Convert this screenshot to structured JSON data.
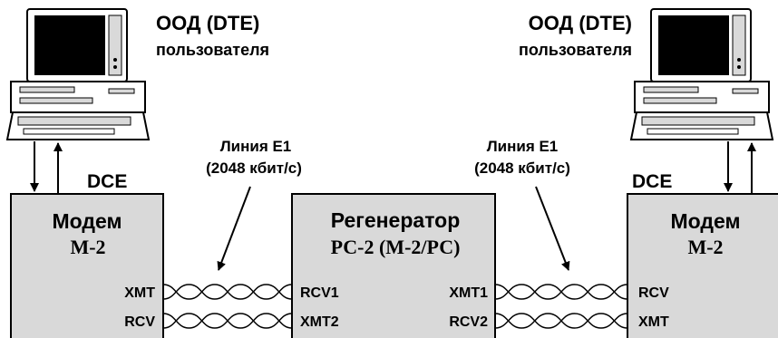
{
  "left_station": {
    "terminal_title": "ООД (DTE)",
    "terminal_subtitle": "пользователя",
    "interface_label": "DCE",
    "device_name": "Модем",
    "device_model": "М-2",
    "port_top": "XMT",
    "port_bottom": "RCV"
  },
  "right_station": {
    "terminal_title": "ООД (DTE)",
    "terminal_subtitle": "пользователя",
    "interface_label": "DCE",
    "device_name": "Модем",
    "device_model": "М-2",
    "port_top": "RCV",
    "port_bottom": "XMT"
  },
  "regenerator": {
    "device_name": "Регенератор",
    "device_model": "РС-2 (М-2/РС)",
    "port_left_top": "RCV1",
    "port_left_bottom": "XMT2",
    "port_right_top": "XMT1",
    "port_right_bottom": "RCV2"
  },
  "left_line": {
    "name": "Линия Е1",
    "rate": "(2048 кбит/с)"
  },
  "right_line": {
    "name": "Линия Е1",
    "rate": "(2048 кбит/с)"
  },
  "colors": {
    "box_fill": "#d9d9d9",
    "line": "#000000",
    "screen": "#000000",
    "background": "#ffffff"
  }
}
